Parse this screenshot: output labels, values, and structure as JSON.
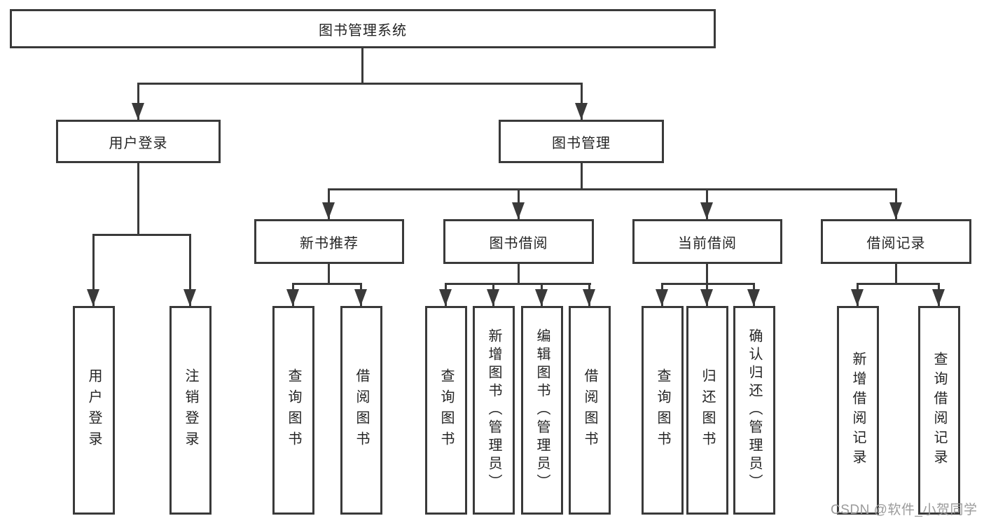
{
  "tree": {
    "root": "图书管理系统",
    "branches": [
      {
        "label": "用户登录",
        "children": [
          "用户登录",
          "注销登录"
        ]
      },
      {
        "label": "图书管理",
        "children": [
          {
            "label": "新书推荐",
            "children": [
              "查询图书",
              "借阅图书"
            ]
          },
          {
            "label": "图书借阅",
            "children": [
              "查询图书",
              "新增图书（管理员）",
              "编辑图书（管理员）",
              "借阅图书"
            ]
          },
          {
            "label": "当前借阅",
            "children": [
              "查询图书",
              "归还图书",
              "确认归还（管理员）"
            ]
          },
          {
            "label": "借阅记录",
            "children": [
              "新增借阅记录",
              "查询借阅记录"
            ]
          }
        ]
      }
    ]
  },
  "watermark": {
    "text": "CSDN @软件_小贺同学"
  },
  "colors": {
    "line": "#3a3a3a",
    "text": "#242424",
    "watermark": "#9b9b9b",
    "background": "#ffffff"
  }
}
